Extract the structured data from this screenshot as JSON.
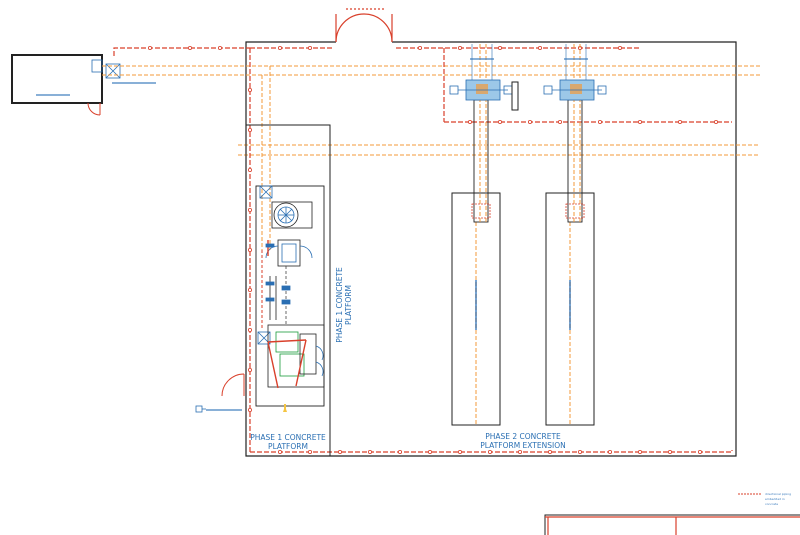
{
  "labels": {
    "phase1_vertical_line1": "PHASE 1 CONCRETE",
    "phase1_vertical_line2": "PLATFORM",
    "phase1_bottom_line1": "PHASE 1 CONCRETE",
    "phase1_bottom_line2": "PLATFORM",
    "phase2_line1": "PHASE 2 CONCRETE",
    "phase2_line2": "PLATFORM EXTENSION"
  },
  "legend": {
    "line1": "directional piping",
    "line2": "embedded in",
    "line3": "concrete"
  },
  "colors": {
    "wall": "#222222",
    "pipe_orange": "#f39a3a",
    "pipe_red": "#d9402b",
    "accent_blue": "#2a6fb3",
    "light_blue": "#9cc8e8"
  }
}
